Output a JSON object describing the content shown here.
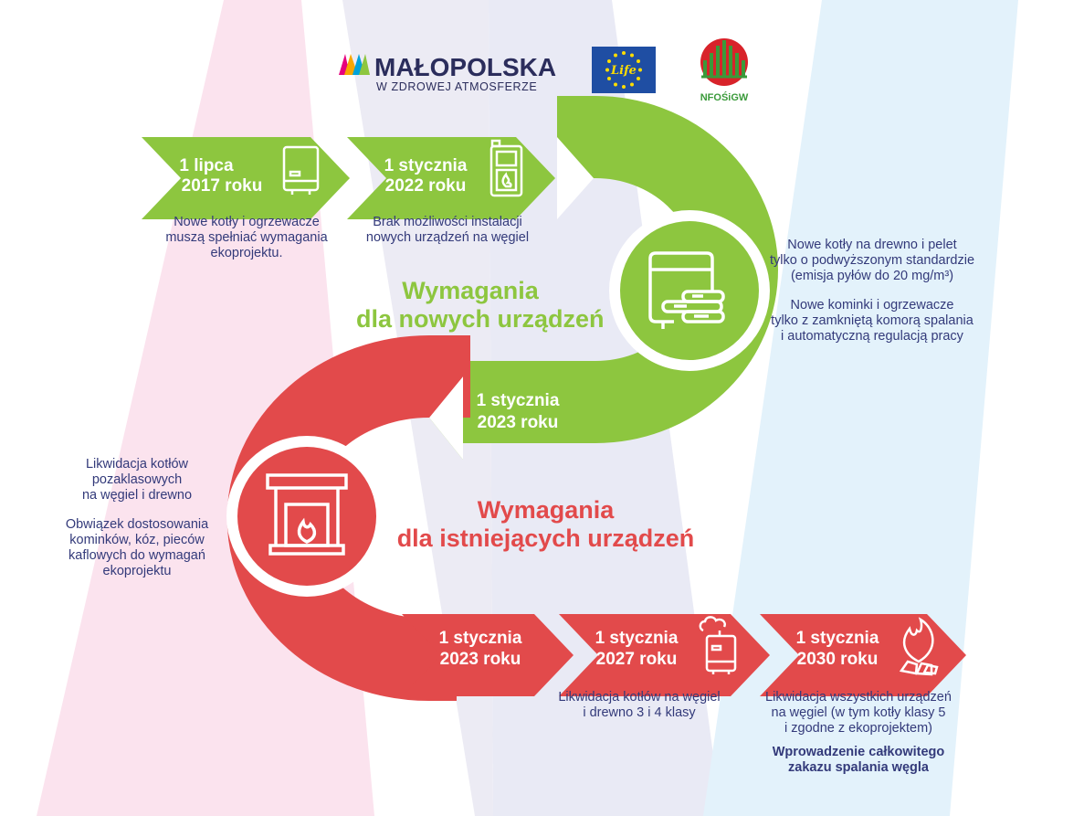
{
  "logos": {
    "malopolska": {
      "name": "MAŁOPOLSKA",
      "tagline": "W ZDROWEJ ATMOSFERZE"
    },
    "eu_life": {
      "text": "Life"
    },
    "nfosigw": {
      "text": "NFOŚiGW"
    }
  },
  "new_devices": {
    "title_line1": "Wymagania",
    "title_line2": "dla nowych urządzeń",
    "milestones": [
      {
        "line1": "1 lipca",
        "line2": "2017 roku",
        "icon": "boiler-icon",
        "desc": [
          "Nowe kotły i ogrzewacze",
          "muszą spełniać wymagania",
          "ekoprojektu."
        ]
      },
      {
        "line1": "1 stycznia",
        "line2": "2022 roku",
        "icon": "coal-stove-icon",
        "desc": [
          "Brak możliwości instalacji",
          "nowych urządzeń na węgiel"
        ]
      }
    ],
    "circle_icon": "wood-boiler-icon",
    "side_text_1": [
      "Nowe kotły na drewno i pelet",
      "tylko o podwyższonym standardzie",
      "(emisja pyłów do 20 mg/m³)"
    ],
    "side_text_2": [
      "Nowe kominki i ogrzewacze",
      "tylko z zamkniętą komorą spalania",
      "i automatyczną regulacją pracy"
    ],
    "return_arrow": {
      "line1": "1 stycznia",
      "line2": "2023 roku"
    }
  },
  "existing_devices": {
    "title_line1": "Wymagania",
    "title_line2": "dla istniejących urządzeń",
    "circle_icon": "fireplace-icon",
    "side_text_1": [
      "Likwidacja kotłów",
      "pozaklasowych",
      "na węgiel i drewno"
    ],
    "side_text_2": [
      "Obwiązek dostosowania",
      "kominków, kóz, pieców",
      "kaflowych do wymagań",
      "ekoprojektu"
    ],
    "milestones": [
      {
        "line1": "1 stycznia",
        "line2": "2023 roku",
        "icon": ""
      },
      {
        "line1": "1 stycznia",
        "line2": "2027 roku",
        "icon": "smoking-boiler-icon",
        "desc": [
          "Likwidacja kotłów na węgiel",
          "i drewno 3 i 4 klasy"
        ]
      },
      {
        "line1": "1 stycznia",
        "line2": "2030 roku",
        "icon": "flame-coal-icon",
        "desc": [
          "Likwidacja wszystkich urządzeń",
          "na węgiel (w tym kotły klasy 5",
          "i zgodne z ekoprojektem)"
        ]
      }
    ],
    "final_note": [
      "Wprowadzenie całkowitego",
      "zakazu spalania węgla"
    ]
  },
  "colors": {
    "green": "#8dc63f",
    "red": "#e24a4b",
    "text": "#333a7a",
    "eu_blue": "#1f4ea3",
    "eu_star": "#ffdd00",
    "nfos_red": "#d8232a",
    "nfos_green": "#3a9a3a"
  }
}
